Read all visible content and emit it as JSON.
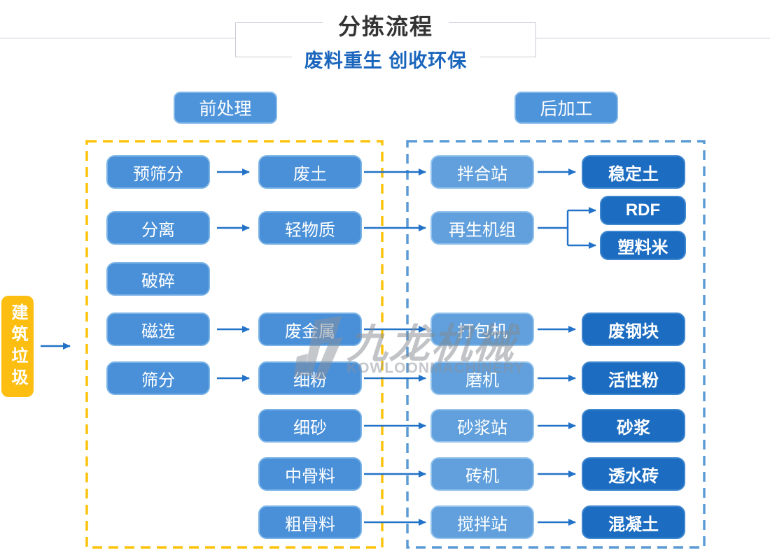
{
  "header": {
    "title": "分拣流程",
    "subtitle": "废料重生 创收环保"
  },
  "stages": {
    "pre_label": "前处理",
    "post_label": "后加工"
  },
  "source_label": "建筑垃圾",
  "watermark": {
    "logo_cn": "九龙机械",
    "logo_en": "KOWLOONMACHINERY"
  },
  "nodes": {
    "c1": [
      "预筛分",
      "分离",
      "破碎",
      "磁选",
      "筛分"
    ],
    "c2": [
      "废土",
      "轻物质",
      "废金属",
      "细粉",
      "细砂",
      "中骨料",
      "粗骨料"
    ],
    "c3": [
      "拌合站",
      "再生机组",
      "打包机",
      "磨机",
      "砂浆站",
      "砖机",
      "搅拌站"
    ],
    "c4": [
      "稳定土",
      "RDF",
      "塑料米",
      "废钢块",
      "活性粉",
      "砂浆",
      "透水砖",
      "混凝土"
    ]
  },
  "edges": [
    {
      "from": "建筑垃圾",
      "to": "前处理"
    },
    {
      "from": "预筛分",
      "to": "废土"
    },
    {
      "from": "废土",
      "to": "拌合站"
    },
    {
      "from": "拌合站",
      "to": "稳定土"
    },
    {
      "from": "分离",
      "to": "轻物质"
    },
    {
      "from": "轻物质",
      "to": "再生机组"
    },
    {
      "from": "再生机组",
      "to": "RDF"
    },
    {
      "from": "再生机组",
      "to": "塑料米"
    },
    {
      "from": "磁选",
      "to": "废金属"
    },
    {
      "from": "废金属",
      "to": "打包机"
    },
    {
      "from": "打包机",
      "to": "废钢块"
    },
    {
      "from": "筛分",
      "to": "细粉"
    },
    {
      "from": "细粉",
      "to": "磨机"
    },
    {
      "from": "磨机",
      "to": "活性粉"
    },
    {
      "from": "细砂",
      "to": "砂浆站"
    },
    {
      "from": "砂浆站",
      "to": "砂浆"
    },
    {
      "from": "中骨料",
      "to": "砖机"
    },
    {
      "from": "砖机",
      "to": "透水砖"
    },
    {
      "from": "粗骨料",
      "to": "搅拌站"
    },
    {
      "from": "搅拌站",
      "to": "混凝土"
    }
  ],
  "colors": {
    "process_fill": "#4a90d8",
    "process_border": "#7ab3e6",
    "machine_fill": "#61a0dc",
    "machine_border": "#93c3ec",
    "product_fill": "#1c6dc1",
    "product_border": "#3f87cf",
    "source_fill": "#fcbe11",
    "pre_zone_border": "#fcc30d",
    "post_zone_border": "#5b9bd5",
    "arrow": "#2272c8",
    "title": "#333333",
    "subtitle": "#1b66bd",
    "divider": "#c9cbd4"
  }
}
